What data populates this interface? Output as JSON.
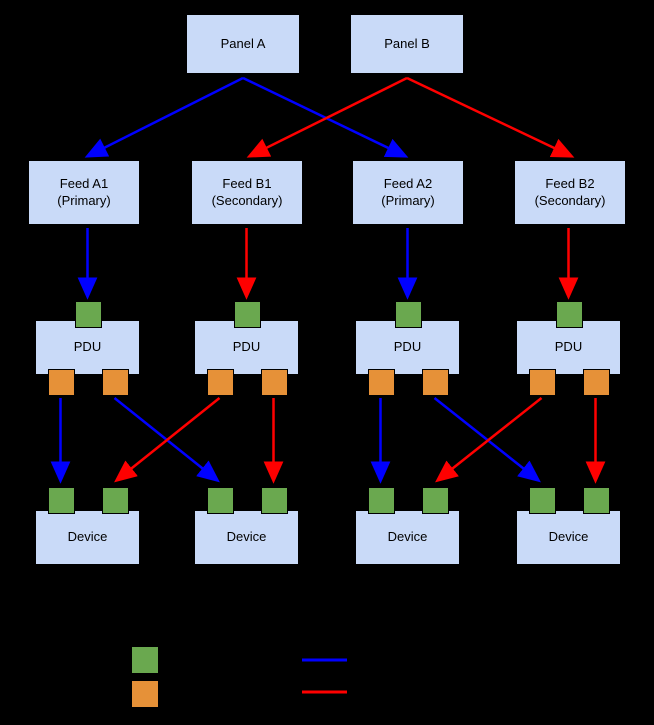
{
  "diagram": {
    "panels": [
      {
        "label": "Panel A"
      },
      {
        "label": "Panel B"
      }
    ],
    "feeds": [
      {
        "line1": "Feed A1",
        "line2": "(Primary)"
      },
      {
        "line1": "Feed B1",
        "line2": "(Secondary)"
      },
      {
        "line1": "Feed A2",
        "line2": "(Primary)"
      },
      {
        "line1": "Feed B2",
        "line2": "(Secondary)"
      }
    ],
    "pdus": [
      {
        "label": "PDU"
      },
      {
        "label": "PDU"
      },
      {
        "label": "PDU"
      },
      {
        "label": "PDU"
      }
    ],
    "devices": [
      {
        "label": "Device"
      },
      {
        "label": "Device"
      },
      {
        "label": "Device"
      },
      {
        "label": "Device"
      }
    ]
  },
  "colors": {
    "background": "#000000",
    "node_fill": "#c9daf8",
    "node_border": "#000000",
    "input_port": "#6aa84f",
    "output_port": "#e69138",
    "feed_a_path": "#0000ff",
    "feed_b_path": "#ff0000"
  },
  "legend": {
    "input_port_color": "#6aa84f",
    "output_port_color": "#e69138",
    "feed_a_line_color": "#0000ff",
    "feed_b_line_color": "#ff0000"
  }
}
